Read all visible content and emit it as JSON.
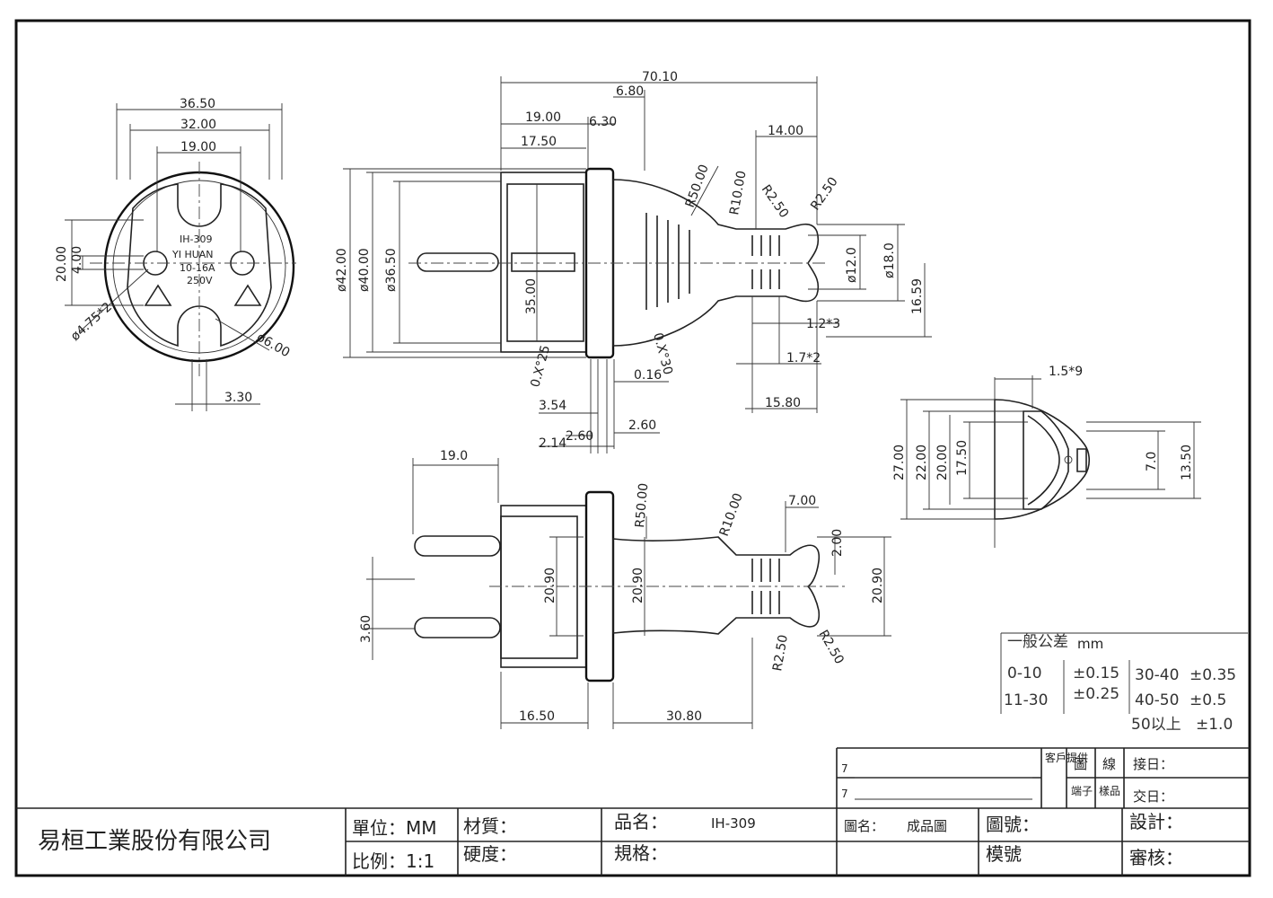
{
  "front_view": {
    "dims": {
      "d36_50": "36.50",
      "d32_00": "32.00",
      "d19_00": "19.00",
      "d20_00": "20.00",
      "d4_00": "4.00",
      "d4_75": "ø4.75*2",
      "d6_00": "ø6.00",
      "d3_30": "3.30"
    },
    "face_text": [
      "IH-309",
      "YI  HUAN",
      "10-16A",
      "250V"
    ]
  },
  "side_view": {
    "dims": {
      "d70_10": "70.10",
      "d6_80": "6.80",
      "d19_00": "19.00",
      "d6_30": "6.30",
      "d17_50": "17.50",
      "d14_00": "14.00",
      "r50": "R50.00",
      "r10": "R10.00",
      "r2_50a": "R2.50",
      "r2_50b": "R2.50",
      "d42": "ø42.00",
      "d40": "ø40.00",
      "d36_50": "ø36.50",
      "d35": "35.00",
      "d12": "ø12.0",
      "d18": "ø18.0",
      "d16_59": "16.59",
      "d1_2x3": "1.2*3",
      "d1_7x2": "1.7*2",
      "d15_80": "15.80",
      "a25": "0.X°25",
      "a30": "0.X°30",
      "d0_16": "0.16",
      "d3_54": "3.54",
      "d2_60a": "2.60",
      "d2_60b": "2.60",
      "d2_14": "2.14"
    }
  },
  "top_view": {
    "dims": {
      "d19_0": "19.0",
      "r50": "R50.00",
      "r10": "R10.00",
      "d7_00": "7.00",
      "d2_00": "2.00",
      "d20_90a": "20.90",
      "d20_90b": "20.90",
      "d20_90c": "20.90",
      "d3_60": "3.60",
      "r2_50a": "R2.50",
      "r2_50b": "R2.50",
      "d16_50": "16.50",
      "d30_80": "30.80"
    }
  },
  "grip_view": {
    "dims": {
      "d1_5x9": "1.5*9",
      "d27": "27.00",
      "d22": "22.00",
      "d20": "20.00",
      "d17_5": "17.50",
      "d7": "7.0",
      "d13_5": "13.50"
    }
  },
  "tolerance": {
    "title": "一般公差",
    "unit": "mm",
    "r1_range": "0-10",
    "r1_tol": "±0.15",
    "r2_range": "11-30",
    "r2_tol": "±0.25",
    "r3_range": "30-40",
    "r3_tol": "±0.35",
    "r4_range": "40-50",
    "r4_tol": "±0.5",
    "r5_range": "50以上",
    "r5_tol": "±1.0"
  },
  "title_block": {
    "company": "易桓工業股份有限公司",
    "unit_label": "單位：MM",
    "scale_label": "比例：1:1",
    "material_label": "材質：",
    "hardness_label": "硬度：",
    "product_name_label": "品名：",
    "product_name_value": "IH-309",
    "spec_label": "規格：",
    "drawing_name_label": "圖名：",
    "drawing_name_value": "成品圖",
    "drawing_no_label": "圖號：",
    "model_label": "模號",
    "design_label": "設計：",
    "review_label": "審核：",
    "receive_date_label": "接日：",
    "delivery_date_label": "交日：",
    "customer_provided": "客戶提供",
    "drawing": "圖",
    "wire": "線",
    "terminal": "端子",
    "sample": "樣品",
    "rev1": "7",
    "rev2": "7"
  }
}
